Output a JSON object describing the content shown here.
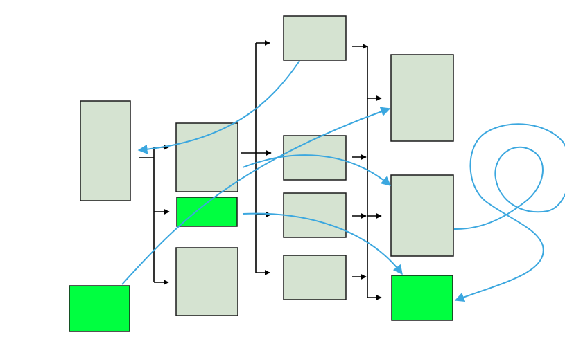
{
  "diagram": {
    "colors": {
      "box_fill": "#d5e3d1",
      "highlight_fill": "#00ff40",
      "box_stroke": "#1a1a1a",
      "connector": "#000000",
      "flow_arrow": "#3ba7df",
      "background": "#ffffff"
    },
    "boxes": [
      {
        "id": "root",
        "highlight": false
      },
      {
        "id": "level1-top",
        "highlight": false
      },
      {
        "id": "level1-mid",
        "highlight": true
      },
      {
        "id": "level1-bottom",
        "highlight": false
      },
      {
        "id": "standalone-source",
        "highlight": true
      },
      {
        "id": "level2-a",
        "highlight": false
      },
      {
        "id": "level2-b",
        "highlight": false
      },
      {
        "id": "level2-c",
        "highlight": false
      },
      {
        "id": "level2-d",
        "highlight": false
      },
      {
        "id": "level3-a",
        "highlight": false
      },
      {
        "id": "level3-b",
        "highlight": false
      },
      {
        "id": "level3-c",
        "highlight": true
      }
    ],
    "flows": [
      {
        "from": "level2-a",
        "to": "root"
      },
      {
        "from": "standalone-source",
        "to": "level3-a"
      },
      {
        "from": "level1-top",
        "to": "level3-b"
      },
      {
        "from": "level1-mid",
        "to": "level3-c"
      },
      {
        "from": "level3-b",
        "to": "level3-c",
        "shape": "spiral"
      }
    ]
  }
}
